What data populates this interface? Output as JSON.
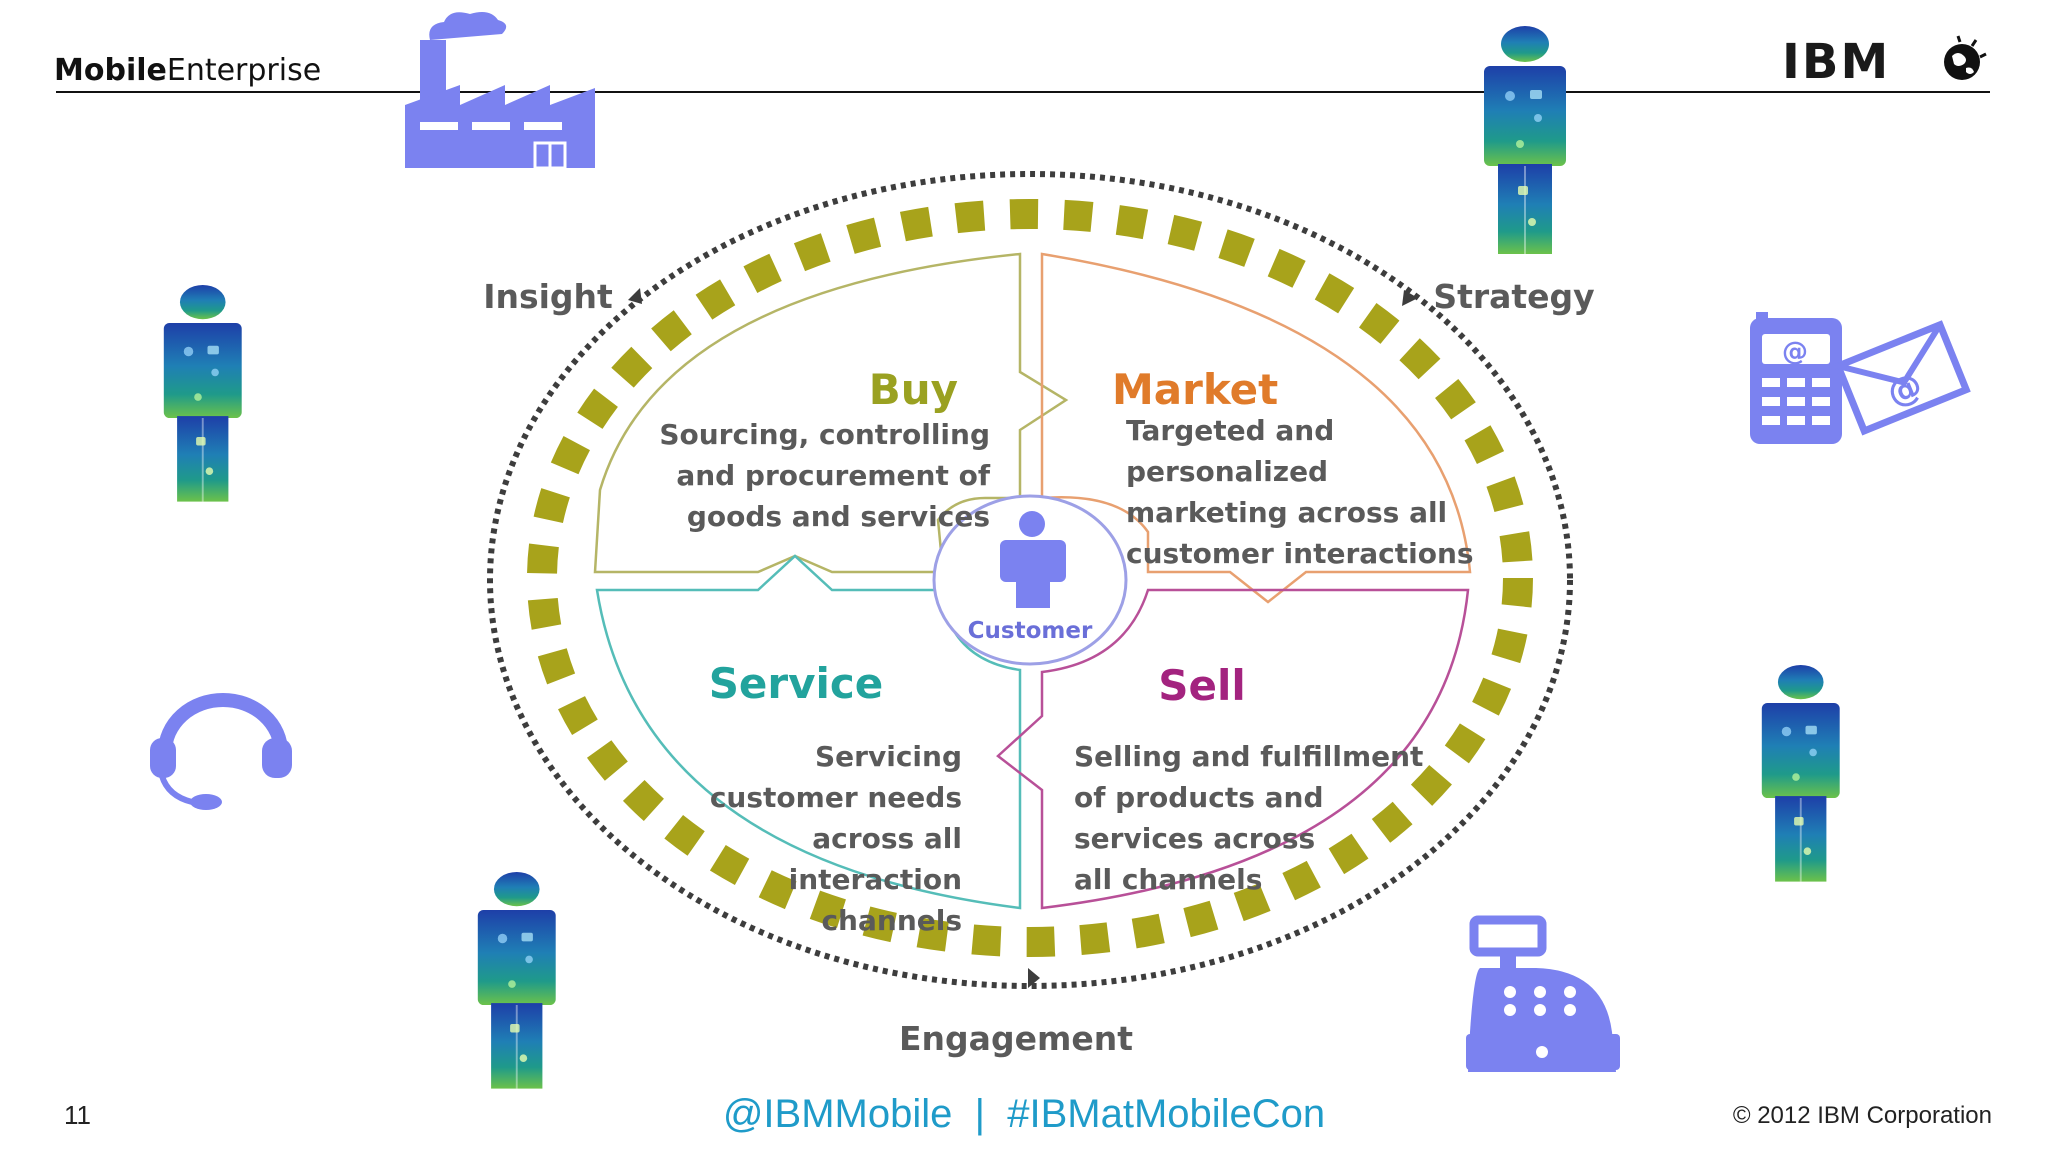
{
  "header": {
    "brand_bold": "Mobile",
    "brand_regular": "Enterprise",
    "logo_text": "IBM"
  },
  "diagram": {
    "outer_labels": {
      "insight": "Insight",
      "strategy": "Strategy",
      "engagement": "Engagement"
    },
    "center_label": "Customer",
    "quadrants": [
      {
        "key": "buy",
        "title": "Buy",
        "color": "#9aa121",
        "lines": [
          "Sourcing, controlling",
          "and procurement of",
          "goods and  services"
        ]
      },
      {
        "key": "market",
        "title": "Market",
        "color": "#e07b2a",
        "lines": [
          "Targeted and",
          "personalized",
          "marketing across all",
          "customer interactions"
        ]
      },
      {
        "key": "service",
        "title": "Service",
        "color": "#22a39d",
        "lines": [
          "Servicing",
          "customer needs",
          "across all",
          "interaction",
          "channels"
        ]
      },
      {
        "key": "sell",
        "title": "Sell",
        "color": "#a3237f",
        "lines": [
          "Selling and fulfillment",
          "of products and",
          "services across",
          "all channels"
        ]
      }
    ],
    "colors": {
      "dash_ring": "#a8a31b",
      "icon_blue": "#7b82f0",
      "text_gray": "#5a5a5a",
      "customer_text": "#6a6fd8"
    }
  },
  "icons": [
    "factory-icon",
    "person-icon",
    "headset-icon",
    "phone-email-icon",
    "cash-register-icon",
    "ibm-globe-icon"
  ],
  "footer": {
    "slide_number": "11",
    "social": "@IBMMobile  |  #IBMatMobileCon",
    "copyright": "© 2012 IBM Corporation"
  }
}
